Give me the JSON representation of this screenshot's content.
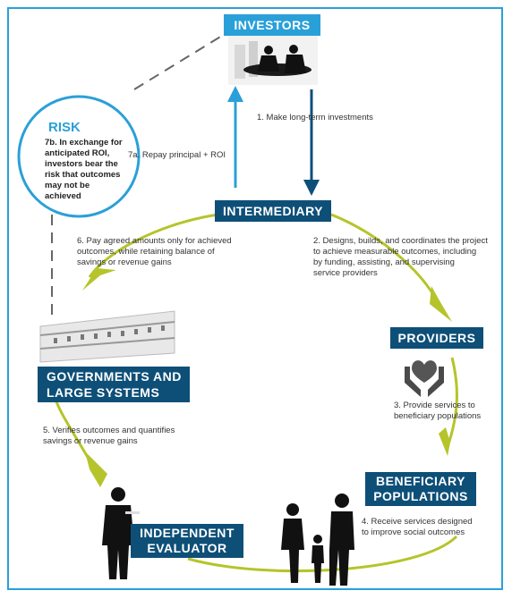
{
  "nodes": {
    "investors": "INVESTORS",
    "intermediary": "INTERMEDIARY",
    "providers": "PROVIDERS",
    "beneficiary_line1": "BENEFICIARY",
    "beneficiary_line2": "POPULATIONS",
    "evaluator_line1": "INDEPENDENT",
    "evaluator_line2": "EVALUATOR",
    "governments_line1": "GOVERNMENTS AND",
    "governments_line2": "LARGE SYSTEMS"
  },
  "risk": {
    "title": "RISK",
    "lines": [
      "7b. In exchange for",
      "anticipated ROI,",
      "investors bear the",
      "risk that outcomes",
      "may not be achieved"
    ]
  },
  "steps": {
    "step1": "1. Make long-term investments",
    "step7a": "7a. Repay principal + ROI",
    "step2_lines": [
      "2. Designs, builds, and coordinates the project",
      "to achieve measurable outcomes, including",
      "by funding, assisting, and supervising",
      "service providers"
    ],
    "step3_lines": [
      "3. Provide services to",
      "beneficiary populations"
    ],
    "step4_lines": [
      "4. Receive services designed",
      "to improve social outcomes"
    ],
    "step5_lines": [
      "5. Verifies outcomes and quantifies",
      "savings or revenue gains"
    ],
    "step6_lines": [
      "6. Pay agreed amounts only for achieved",
      "outcomes, while retaining balance of",
      "savings or revenue gains"
    ]
  },
  "colors": {
    "navy": "#0e4f78",
    "sky": "#2aa0d8",
    "green": "#b5c42a",
    "gray": "#666666"
  },
  "icons": [
    "meeting-photo-icon",
    "building-icon",
    "heart-hands-icon",
    "family-silhouette-icon",
    "businessman-silhouette-icon"
  ]
}
